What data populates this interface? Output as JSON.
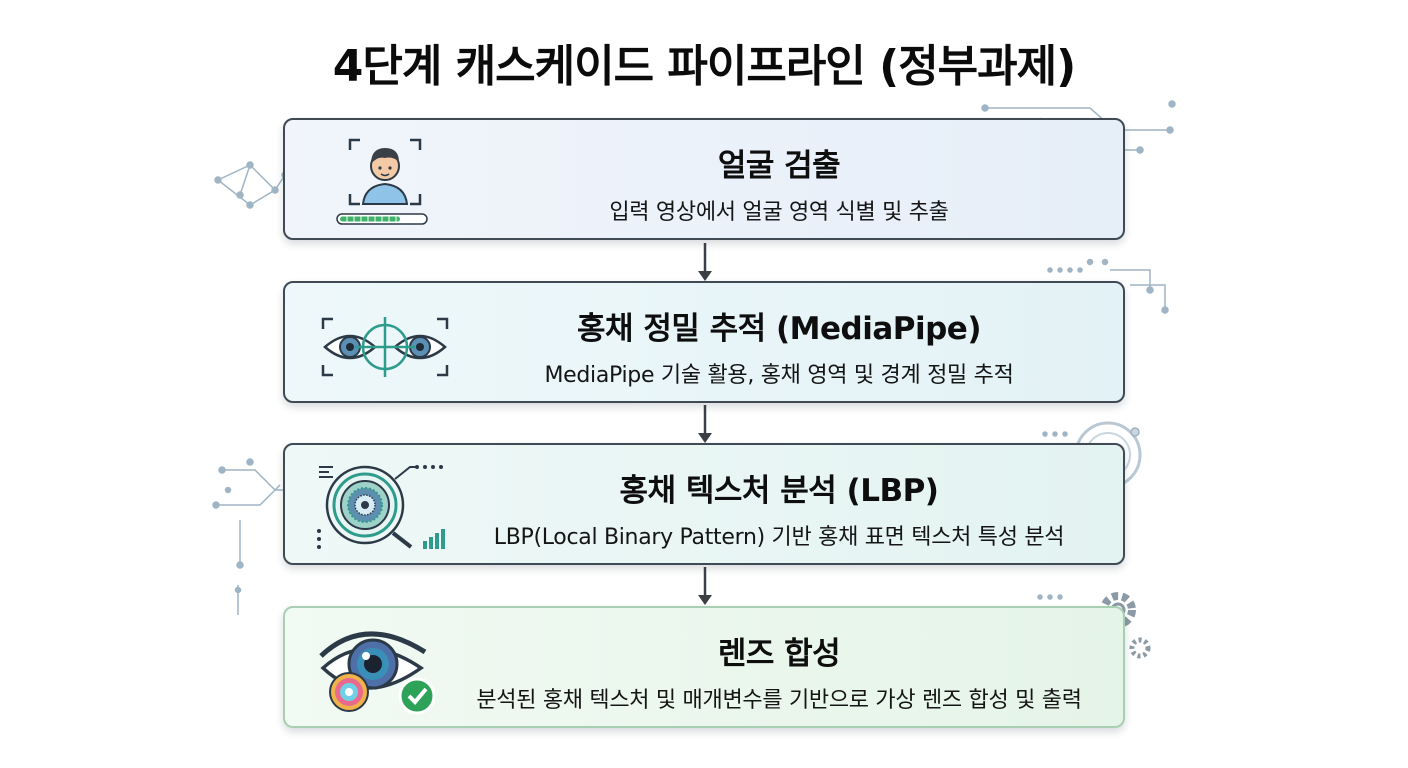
{
  "title": "4단계 캐스케이드 파이프라인 (정부과제)",
  "steps": [
    {
      "title": "얼굴 검출",
      "desc": "입력 영상에서 얼굴 영역 식별 및 추출",
      "icon": "face-detection-icon"
    },
    {
      "title": "홍채 정밀 추적 (MediaPipe)",
      "desc": "MediaPipe 기술 활용, 홍채 영역 및 경계 정밀 추적",
      "icon": "eye-tracking-icon"
    },
    {
      "title": "홍채 텍스처 분석 (LBP)",
      "desc": "LBP(Local Binary Pattern) 기반 홍채 표면 텍스처 특성 분석",
      "icon": "iris-texture-icon"
    },
    {
      "title": "렌즈 합성",
      "desc": "분석된 홍채 텍스처 및 매개변수를 기반으로 가상 렌즈 합성 및 출력",
      "icon": "lens-synthesis-icon"
    }
  ],
  "colors": {
    "border": "#3f4a55",
    "accent_teal": "#2e9c8c",
    "accent_green": "#4fb86a",
    "arrow": "#3a3f45"
  }
}
